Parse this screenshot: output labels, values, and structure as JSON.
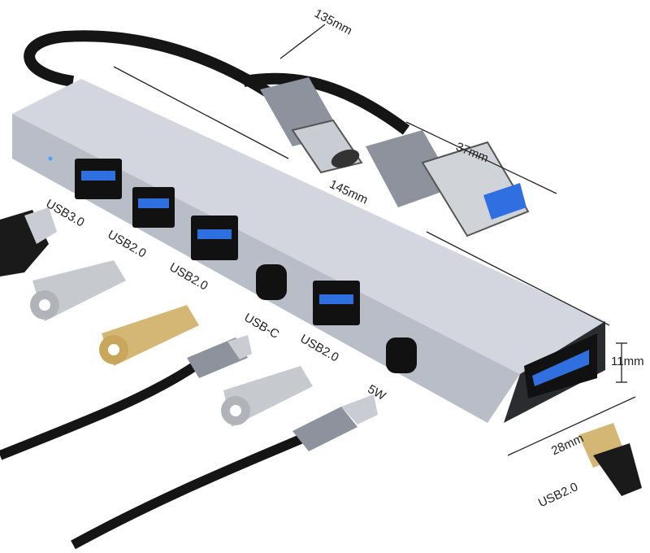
{
  "dimensions": {
    "cable_length": "135mm",
    "hub_length": "145mm",
    "connector_length": "37mm",
    "hub_height": "11mm",
    "hub_width": "28mm"
  },
  "port_labels": [
    "USB3.0",
    "USB2.0",
    "USB2.0",
    "USB-C",
    "USB2.0",
    "5W",
    "USB2.0"
  ],
  "colors": {
    "hub": "#b9bdc8",
    "hub_dark": "#2b2c30",
    "port_blue": "#2f6fe0",
    "gold": "#d4b774"
  }
}
